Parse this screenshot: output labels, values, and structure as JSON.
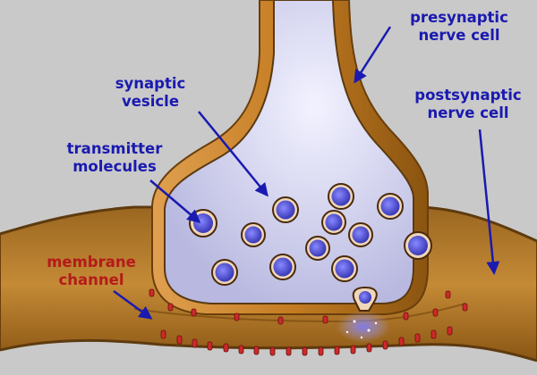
{
  "labels": {
    "presynaptic": [
      "presynaptic",
      "nerve cell"
    ],
    "postsynaptic": [
      "postsynaptic",
      "nerve cell"
    ],
    "vesicle": [
      "synaptic",
      "vesicle"
    ],
    "transmitter": [
      "transmitter",
      "molecules"
    ],
    "channel": [
      "membrane",
      "channel"
    ]
  },
  "colors": {
    "background": "#c9c9c9",
    "membrane": "#c98a2e",
    "membrane_dark": "#7a4a10",
    "cytoplasm": "#d9d9f0",
    "vesicle_fill": "#5a5ad8",
    "channel": "#cc2a2a",
    "label_blue": "#1a1ab0",
    "label_red": "#b51a1a"
  },
  "icons": {
    "arrow": "arrow-icon",
    "vesicle": "vesicle-icon",
    "channel": "membrane-channel-icon"
  }
}
